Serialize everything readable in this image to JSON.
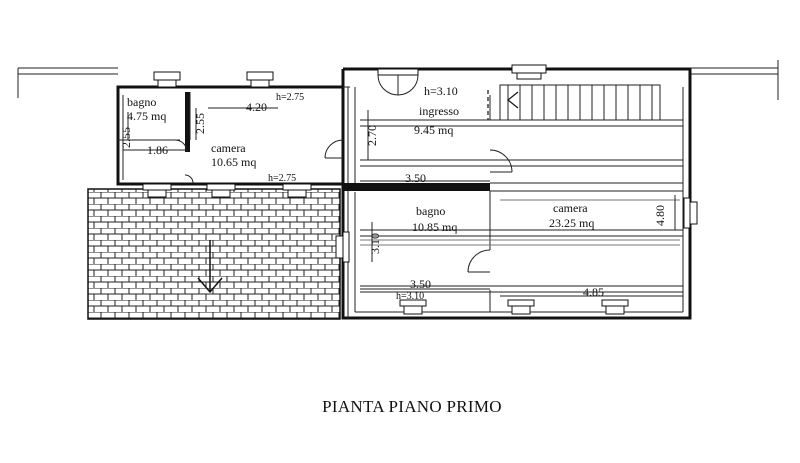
{
  "title": "PIANTA PIANO PRIMO",
  "rooms": {
    "bagno_small": {
      "name": "bagno",
      "area": "4.75 mq"
    },
    "camera_small": {
      "name": "camera",
      "area": "10.65 mq"
    },
    "ingresso": {
      "name": "ingresso",
      "area": "9.45 mq"
    },
    "bagno_large": {
      "name": "bagno",
      "area": "10.85 mq"
    },
    "camera_large": {
      "name": "camera",
      "area": "23.25 mq"
    }
  },
  "dimensions": {
    "d_2_55_left": "2.55",
    "d_2_55_right": "2.55",
    "d_4_20": "4.20",
    "d_1_86": "1.86",
    "d_2_70": "2.70",
    "d_3_50_top": "3.50",
    "d_3_50_bottom": "3.50",
    "d_3_10": "3.10",
    "d_4_80": "4.80",
    "d_4_85": "4.85"
  },
  "heights": {
    "h_top_left": "h=2.75",
    "h_bottom_left": "h=2.75",
    "h_ingresso": "h=3.10",
    "h_bottom": "h=3.10"
  }
}
